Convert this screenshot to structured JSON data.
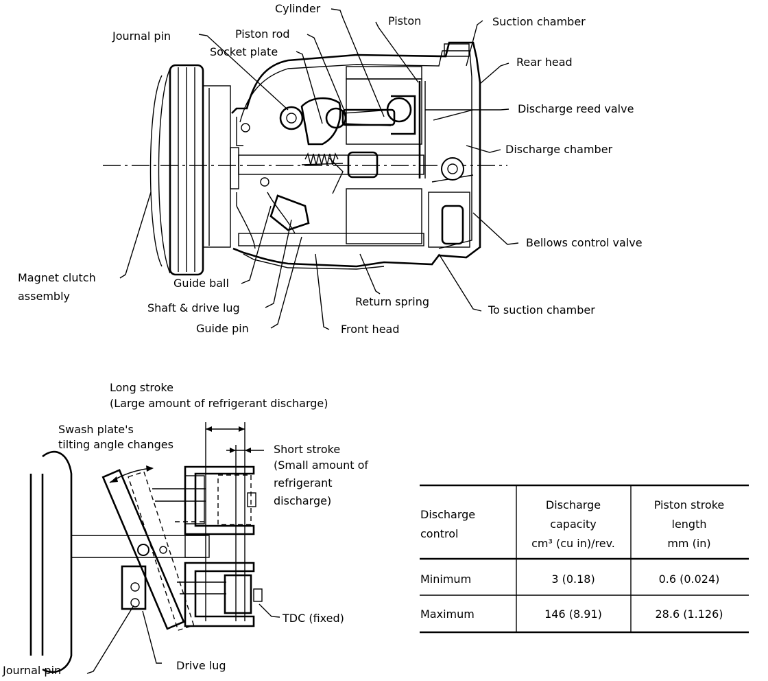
{
  "top_labels": {
    "cylinder": "Cylinder",
    "piston": "Piston",
    "suction_chamber": "Suction chamber",
    "journal_pin": "Journal pin",
    "piston_rod": "Piston rod",
    "socket_plate": "Socket plate",
    "rear_head": "Rear head",
    "discharge_reed_valve": "Discharge reed valve",
    "discharge_chamber": "Discharge chamber",
    "bellows_control_valve": "Bellows control valve",
    "magnet_clutch_line1": "Magnet clutch",
    "magnet_clutch_line2": "assembly",
    "guide_ball": "Guide ball",
    "shaft_drive_lug": "Shaft & drive lug",
    "guide_pin": "Guide pin",
    "front_head": "Front head",
    "return_spring": "Return spring",
    "to_suction_chamber": "To suction chamber"
  },
  "bottom_labels": {
    "long_stroke_line1": "Long stroke",
    "long_stroke_line2": "(Large amount of refrigerant discharge)",
    "swash_line1": "Swash plate's",
    "swash_line2": "tilting angle changes",
    "short_stroke_line1": "Short stroke",
    "short_stroke_line2": "(Small amount of",
    "short_stroke_line3": "refrigerant",
    "short_stroke_line4": "discharge)",
    "tdc": "TDC (fixed)",
    "journal_pin": "Journal pin",
    "drive_lug": "Drive lug"
  },
  "table": {
    "headers": [
      [
        "Discharge",
        "control"
      ],
      [
        "Discharge",
        "capacity",
        "cm³ (cu in)/rev."
      ],
      [
        "Piston stroke",
        "length",
        "mm (in)"
      ]
    ],
    "rows": [
      [
        "Minimum",
        "3 (0.18)",
        "0.6 (0.024)"
      ],
      [
        "Maximum",
        "146 (8.91)",
        "28.6 (1.126)"
      ]
    ]
  }
}
